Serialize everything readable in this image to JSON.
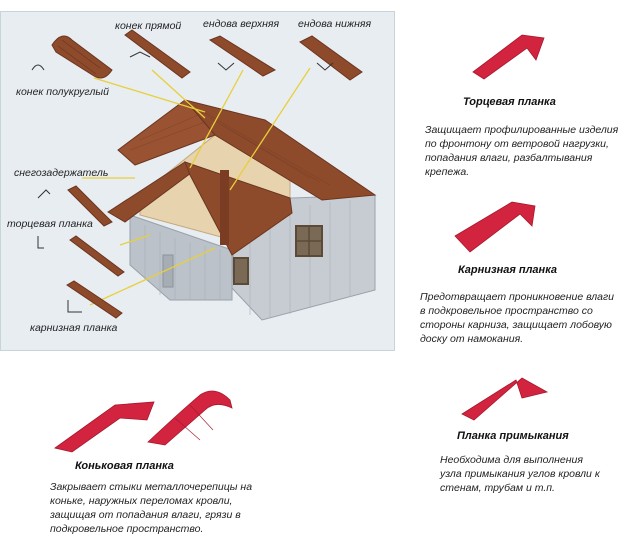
{
  "diagram": {
    "labels": {
      "konek_pryamoy": "конек прямой",
      "endova_verkhnyaya": "ендова верхняя",
      "endova_nizhnyaya": "ендова нижняя",
      "konek_polukruglyi": "конек полукруглый",
      "snegozaderzhatel": "снегозадержатель",
      "tortsevaya": "торцевая планка",
      "karniznaya": "карнизная планка"
    }
  },
  "cards": [
    {
      "title": "Торцевая планка",
      "description": "Защищает профилированные изделия по фронтону от ветровой нагрузки, попадания влаги, разбалтывания крепежа."
    },
    {
      "title": "Карнизная планка",
      "description": "Предотвращает проникновение влаги в подкровельное пространство со стороны карниза, защищает лобовую доску от намокания."
    },
    {
      "title": "Планка примыкания",
      "description": "Необходима для выполнения узла примыкания углов кровли к стенам, трубам и т.п."
    },
    {
      "title": "Коньковая планка",
      "description": "Закрывает стыки металлочерепицы на коньке, наружных переломах кровли, защищая от попадания влаги, грязи в подкровельное пространство."
    }
  ],
  "colors": {
    "accent_red": "#d3243f",
    "roof_brown": "#8b4a2b",
    "wall_grey": "#c8ccd2",
    "leader_yellow": "#e8cf3a"
  }
}
